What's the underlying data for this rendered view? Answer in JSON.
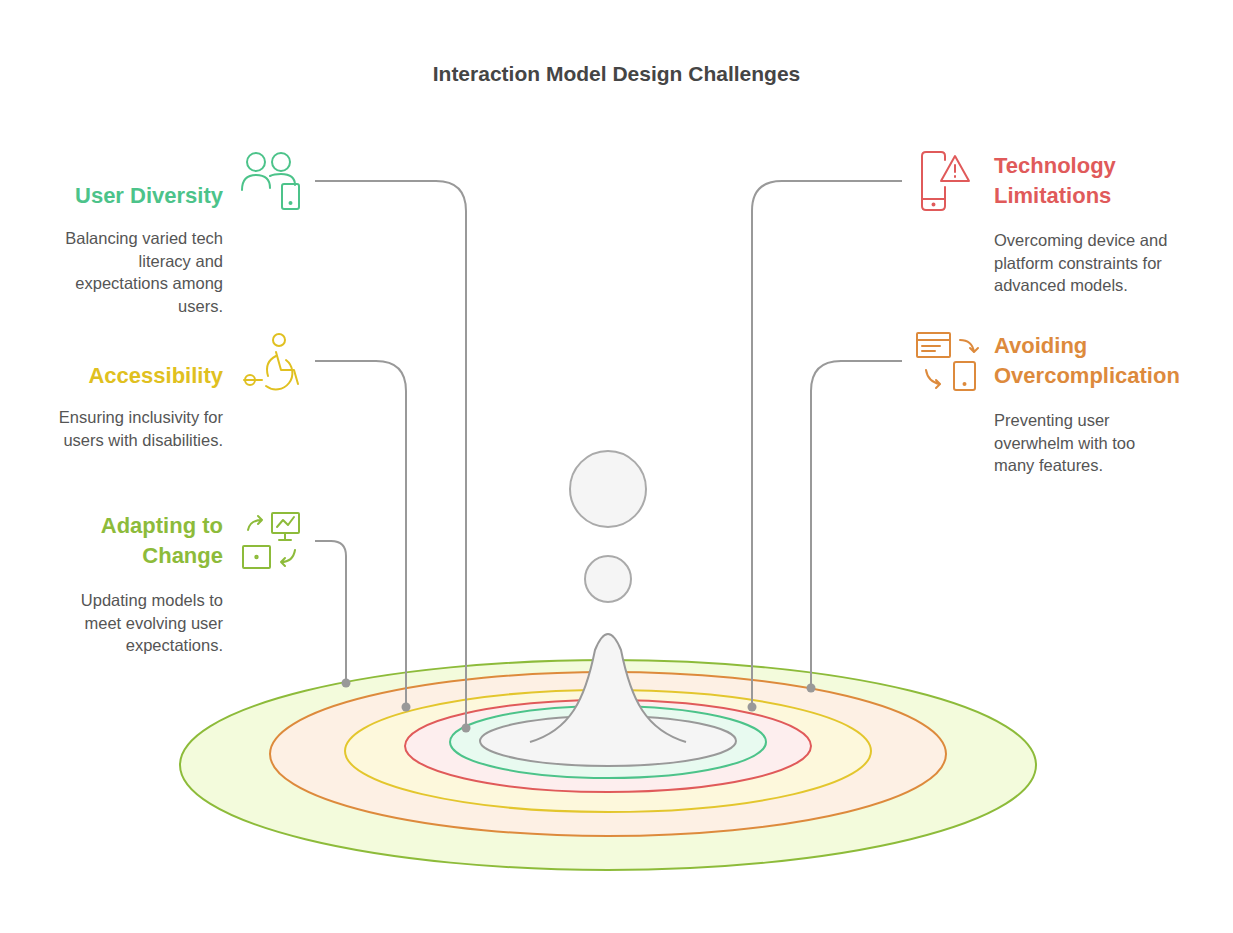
{
  "diagram": {
    "title": "Interaction Model Design Challenges",
    "nodes": [
      {
        "text": [
          "User Diversity",
          "Balancing varied tech literacy and expectations among users."
        ]
      },
      {
        "text": [
          "Accessibility",
          "Ensuring inclusivity for users with disabilities."
        ]
      },
      {
        "text": [
          "Adapting to Change",
          "Updating models to meet evolving user expectations."
        ]
      },
      {
        "text": [
          "Technology Limitations",
          "Overcoming device and platform constraints for advanced models."
        ]
      },
      {
        "text": [
          "Avoiding Overcomplication",
          "Preventing user overwhelm with too many features."
        ]
      }
    ]
  }
}
